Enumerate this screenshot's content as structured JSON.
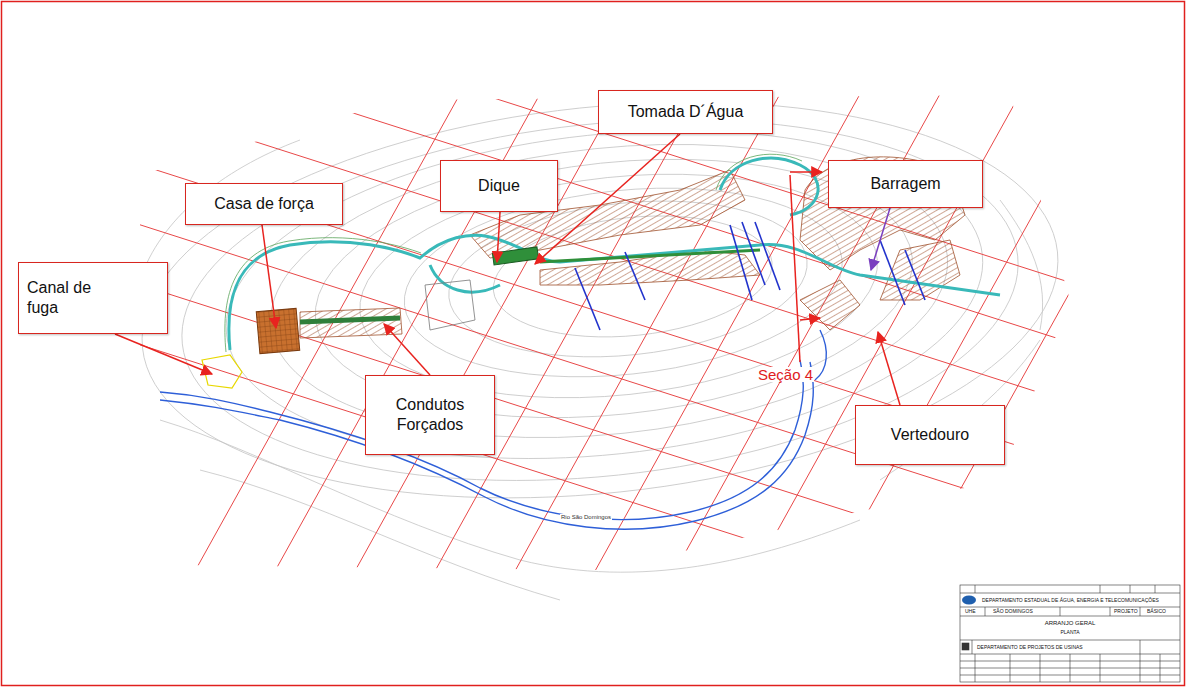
{
  "diagram": {
    "nodes": [
      {
        "text": [
          "Canal de fuga"
        ]
      },
      {
        "text": [
          "Casa de força"
        ]
      },
      {
        "text": [
          "Dique"
        ]
      },
      {
        "text": [
          "Tomada D´Água"
        ]
      },
      {
        "text": [
          "Barragem"
        ]
      },
      {
        "text": [
          "Condutos Forçados"
        ]
      },
      {
        "text": [
          "Vertedouro"
        ]
      }
    ],
    "labels": [
      "Seção 4",
      "Rio São Domingos",
      "DEPARTAMENTO ESTADUAL DE ÁGUA, ENERGIA E TELECOMUNICAÇÕES",
      "UHE",
      "SÃO DOMINGOS",
      "PROJETO",
      "BÁSICO",
      "ARRANJO GERAL",
      "PLANTA",
      "DEPARTAMENTO DE PROJETOS DE USINAS"
    ]
  }
}
